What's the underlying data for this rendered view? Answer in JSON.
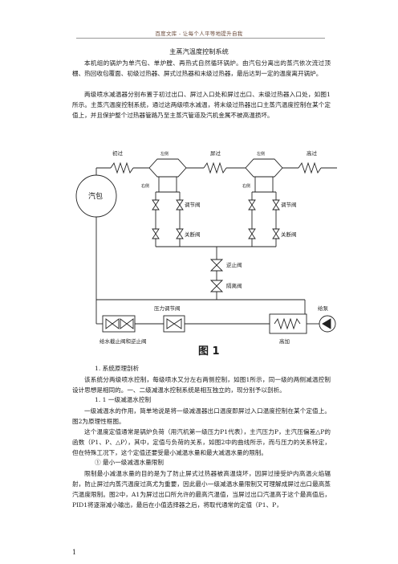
{
  "header": "百度文库 - 让每个人平等地提升自我",
  "title": "主蒸汽温度控制系统",
  "intro_paragraphs": [
    "本机组的锅炉为单汽包、单炉膛、再热式自然循环锅炉。由汽包分离出的蒸汽依次流过顶棚、热回收包覆面、初级过热器、屏式过热器和末级过热器，最后达到一定的温度离开锅炉。",
    "两级喷水减温器分别布置于初过出口、屏过入口处和屏过出口、末级过热器入口处，如图1所示。主蒸汽温度控制系统，通过这两级喷水减温，将末级过热器出口主蒸汽温度控制在某个定值上，并且保护整个过热器管路乃至主蒸汽管道及汽机金属不被高温损坏。"
  ],
  "diagram": {
    "labels": {
      "chuguo": "初过",
      "pingguo": "屏过",
      "gaoguo": "高过",
      "left_side_1": "左侧",
      "right_side_1": "右侧",
      "left_side_2": "左侧",
      "right_side_2": "右侧",
      "drum": "汽包",
      "reg_valve_1": "调节阀",
      "reg_valve_2": "调节阀",
      "shutoff_1": "关断阀",
      "shutoff_2": "关断阀",
      "check_valve": "逆止阀",
      "isolation_valve": "隔离阀",
      "pressure_reg_valve": "压力调节阀",
      "feed_pump": "给泵",
      "feed_cutoff": "给水截止阀和逆止阀",
      "hp_heater": "高加"
    },
    "caption": "图   1"
  },
  "body": {
    "sec1_heading": "1.  系统原理剖析",
    "sec1_para": "该系统分两级喷水控制，每级喷水又分左右两侧控制，如图1所示，同一级的两侧减温控制设计思想是相同的。一、二级减温水控制系统是相互独立的，现分别予以剖析。",
    "sec11_heading": "1. 1   一级减温水控制",
    "sec11_para": "一级减温水的作用，简单地说是将一级减温器出口温度即屏过入口温度控制在某个定值上。图2为原理性框图。",
    "sec11_para2": "这个温度定值通常是锅炉负荷（用汽机第一级压力P1代表），主汽压力P，主汽压偏差△P的函数（P1、P、△P），其中，定值与负荷的关系，如图2中的曲线所示，而与压力的关系特定，但在特殊工况下，这个定值还要受最小减温水量和最大减温水量的限制。",
    "sub1_heading": "①   最小一级减温水量限制",
    "sub1_para": "限制最小减温水量的目的是为了防止屏式过热器被高温烧坏，因屏过接受炉内高温火焰辐射，防止屏过内蒸汽温度过高尤为重要，因此最小一级减温水量限制又可理解成屏过出口最高蒸汽温度限制。图2中，A1为屏过出口所允许的最高汽温值，当屏过出口汽温高于这个最高值后，PID1将逐渐减小输出，最后在小值选择器之后，将取代通常的定值（P1、P，"
  },
  "page_number": "1"
}
